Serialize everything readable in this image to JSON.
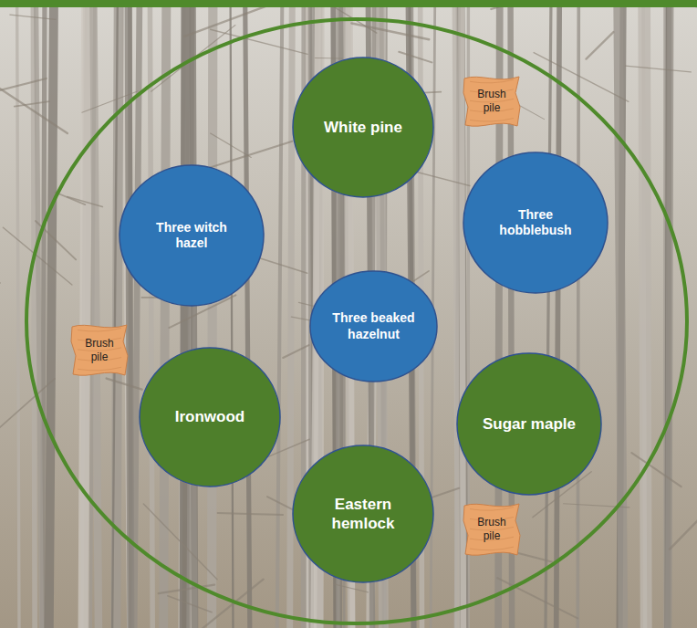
{
  "diagram": {
    "nodes": [
      {
        "text": [
          "White pine"
        ]
      },
      {
        "text": [
          "Brush pile"
        ]
      },
      {
        "text": [
          "Three witch hazel"
        ]
      },
      {
        "text": [
          "Three hobblebush"
        ]
      },
      {
        "text": [
          "Three beaked hazelnut"
        ]
      },
      {
        "text": [
          "Brush pile"
        ]
      },
      {
        "text": [
          "Ironwood"
        ]
      },
      {
        "text": [
          "Sugar maple"
        ]
      },
      {
        "text": [
          "Eastern hemlock"
        ]
      },
      {
        "text": [
          "Brush pile"
        ]
      }
    ]
  }
}
